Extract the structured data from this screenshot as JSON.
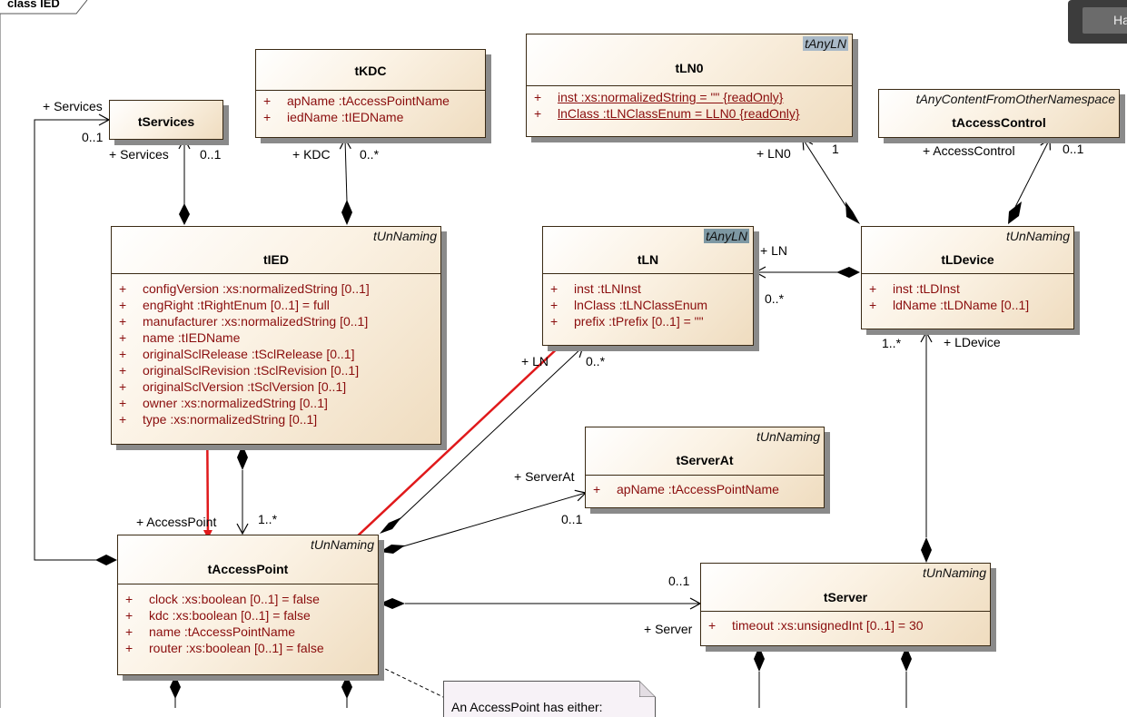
{
  "frame": {
    "label": "class IED"
  },
  "classes": {
    "tServices": {
      "name": "tServices"
    },
    "tKDC": {
      "name": "tKDC",
      "attrs": [
        {
          "vis": "+",
          "text": "apName  :tAccessPointName"
        },
        {
          "vis": "+",
          "text": "iedName  :tIEDName"
        }
      ]
    },
    "tLN0": {
      "stereotype": "tAnyLN",
      "name": "tLN0",
      "attrs": [
        {
          "vis": "+",
          "text": "inst  :xs:normalizedString = \"\" {readOnly}"
        },
        {
          "vis": "+",
          "text": "lnClass  :tLNClassEnum = LLN0 {readOnly}"
        }
      ]
    },
    "tAccessControl": {
      "stereotype": "tAnyContentFromOtherNamespace",
      "name": "tAccessControl"
    },
    "tIED": {
      "stereotype": "tUnNaming",
      "name": "tIED",
      "attrs": [
        {
          "vis": "+",
          "text": "configVersion  :xs:normalizedString [0..1]"
        },
        {
          "vis": "+",
          "text": "engRight  :tRightEnum [0..1] = full"
        },
        {
          "vis": "+",
          "text": "manufacturer  :xs:normalizedString [0..1]"
        },
        {
          "vis": "+",
          "text": "name  :tIEDName"
        },
        {
          "vis": "+",
          "text": "originalSclRelease  :tSclRelease [0..1]"
        },
        {
          "vis": "+",
          "text": "originalSclRevision  :tSclRevision [0..1]"
        },
        {
          "vis": "+",
          "text": "originalSclVersion  :tSclVersion [0..1]"
        },
        {
          "vis": "+",
          "text": "owner  :xs:normalizedString [0..1]"
        },
        {
          "vis": "+",
          "text": "type  :xs:normalizedString [0..1]"
        }
      ]
    },
    "tLN": {
      "stereotype": "tAnyLN",
      "name": "tLN",
      "attrs": [
        {
          "vis": "+",
          "text": "inst  :tLNInst"
        },
        {
          "vis": "+",
          "text": "lnClass  :tLNClassEnum"
        },
        {
          "vis": "+",
          "text": "prefix  :tPrefix [0..1] = \"\""
        }
      ]
    },
    "tLDevice": {
      "stereotype": "tUnNaming",
      "name": "tLDevice",
      "attrs": [
        {
          "vis": "+",
          "text": "inst  :tLDInst"
        },
        {
          "vis": "+",
          "text": "ldName  :tLDName [0..1]"
        }
      ]
    },
    "tServerAt": {
      "stereotype": "tUnNaming",
      "name": "tServerAt",
      "attrs": [
        {
          "vis": "+",
          "text": "apName  :tAccessPointName"
        }
      ]
    },
    "tAccessPoint": {
      "stereotype": "tUnNaming",
      "name": "tAccessPoint",
      "attrs": [
        {
          "vis": "+",
          "text": "clock  :xs:boolean [0..1] = false"
        },
        {
          "vis": "+",
          "text": "kdc  :xs:boolean [0..1] = false"
        },
        {
          "vis": "+",
          "text": "name  :tAccessPointName"
        },
        {
          "vis": "+",
          "text": "router  :xs:boolean [0..1] = false"
        }
      ]
    },
    "tServer": {
      "stereotype": "tUnNaming",
      "name": "tServer",
      "attrs": [
        {
          "vis": "+",
          "text": "timeout  :xs:unsignedInt [0..1] = 30"
        }
      ]
    }
  },
  "labels": {
    "services_role_top": "+ Services",
    "services_mult_top": "0..1",
    "services_role": "+ Services",
    "services_mult": "0..1",
    "kdc_role": "+ KDC",
    "kdc_mult": "0..*",
    "ln0_role": "+ LN0",
    "ln0_mult": "1",
    "accesscontrol_role": "+ AccessControl",
    "accesscontrol_mult": "0..1",
    "ln_role_right": "+ LN",
    "ln_mult_right": "0..*",
    "ln_role_left": "+ LN",
    "ln_mult_left": "0..*",
    "ldevice_mult": "1..*",
    "ldevice_role": "+ LDevice",
    "serverat_role": "+ ServerAt",
    "serverat_mult": "0..1",
    "accesspoint_role": "+ AccessPoint",
    "accesspoint_mult": "1..*",
    "server_mult": "0..1",
    "server_role": "+ Server"
  },
  "note": {
    "text": "An AccessPoint has either:"
  },
  "hint": {
    "label": "Ha"
  },
  "colors": {
    "annotation_arrow": "#e0191b",
    "attribute_text": "#8a0d0d",
    "edge": "#000000"
  }
}
